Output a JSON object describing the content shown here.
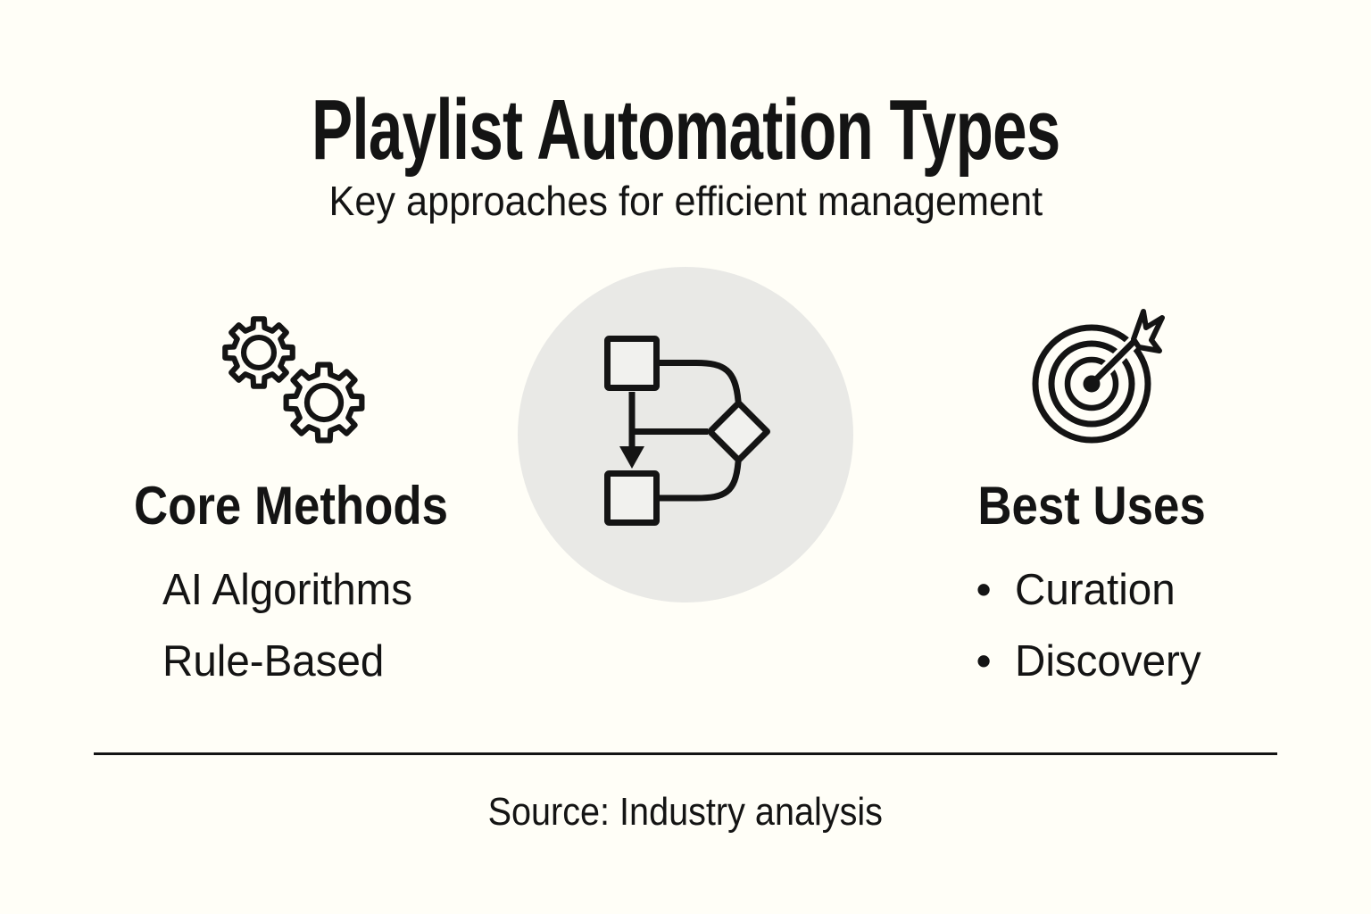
{
  "colors": {
    "background": "#FFFEF7",
    "ink": "#141414",
    "badge_gray": "#E9E9E6"
  },
  "header": {
    "title": "Playlist Automation Types",
    "subtitle": "Key approaches for efficient management"
  },
  "left_column": {
    "icon": "gears-icon",
    "heading": "Core Methods",
    "items": [
      "AI Algorithms",
      "Rule-Based"
    ]
  },
  "center": {
    "icon": "flowchart-icon"
  },
  "right_column": {
    "icon": "target-arrow-icon",
    "heading": "Best Uses",
    "bullet_char": "•",
    "items": [
      "Curation",
      "Discovery"
    ]
  },
  "footer": {
    "source": "Source: Industry analysis"
  }
}
